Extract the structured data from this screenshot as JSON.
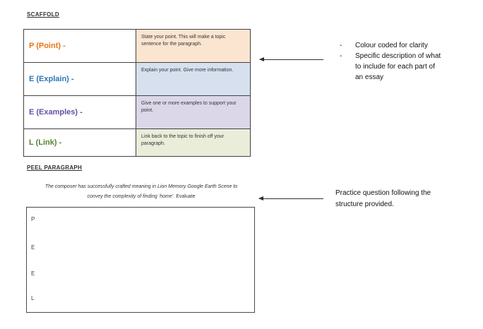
{
  "scaffold": {
    "heading": "SCAFFOLD",
    "table": {
      "rows": [
        {
          "label": "P (Point) -",
          "label_color": "#ea7316",
          "description": "State your point. This will make a topic sentence for the paragraph.",
          "bg": "#fbe5d0"
        },
        {
          "label": "E (Explain) -",
          "label_color": "#2e75b6",
          "description": "Explain your point. Give more information.",
          "bg": "#d7e0ef"
        },
        {
          "label": "E (Examples) -",
          "label_color": "#674ea7",
          "description": "Give one or more examples to support your point.",
          "bg": "#dcd6e9"
        },
        {
          "label": "L (Link) -",
          "label_color": "#548235",
          "description": "Link back to the topic to finish off your paragraph.",
          "bg": "#e9edd9"
        }
      ]
    },
    "annotation": {
      "marker": "-",
      "items": [
        "Colour coded for clarity",
        "Specific description of what to include for each part of an essay"
      ]
    }
  },
  "peel": {
    "heading": "PEEL PARAGRAPH",
    "question": {
      "line1": "The composer has successfully crafted meaning in Lion Memory Google Earth Scene to",
      "line2_italic": "convey the complexity of finding ‘home’.",
      "line2_upright": "Evaluate"
    },
    "annotation": "Practice question following the structure provided.",
    "box_letters": [
      "P",
      "E",
      "E",
      "L"
    ]
  }
}
